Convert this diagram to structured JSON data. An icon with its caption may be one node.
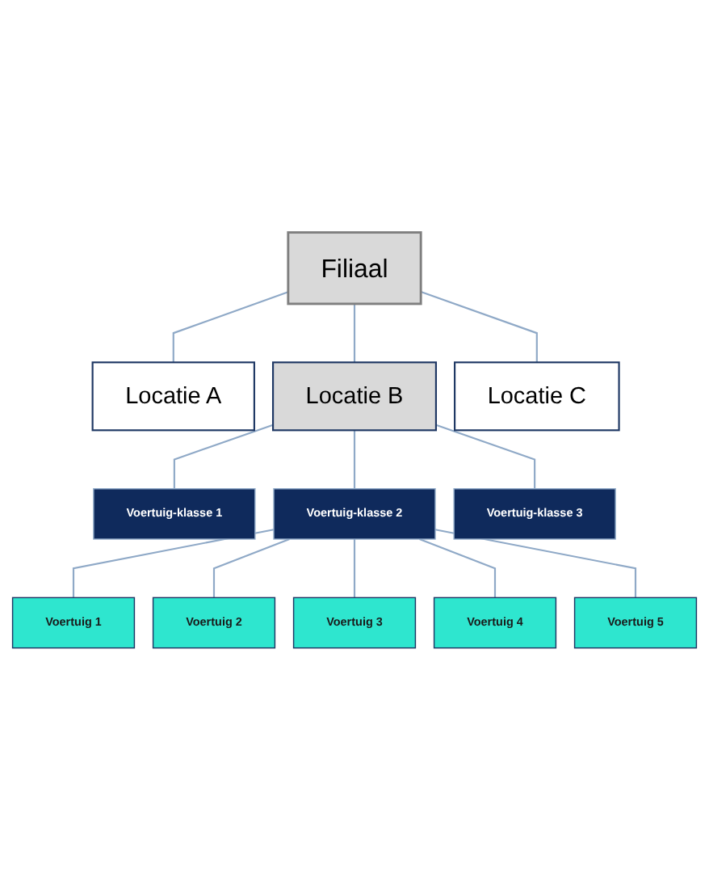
{
  "diagram": {
    "nodes": [
      {
        "text": [
          "Filiaal"
        ]
      },
      {
        "text": [
          "Locatie A"
        ]
      },
      {
        "text": [
          "Locatie B"
        ]
      },
      {
        "text": [
          "Locatie C"
        ]
      },
      {
        "text": [
          "Voertuig-klasse 1"
        ]
      },
      {
        "text": [
          "Voertuig-klasse 2"
        ]
      },
      {
        "text": [
          "Voertuig-klasse 3"
        ]
      },
      {
        "text": [
          "Voertuig 1"
        ]
      },
      {
        "text": [
          "Voertuig 2"
        ]
      },
      {
        "text": [
          "Voertuig 3"
        ]
      },
      {
        "text": [
          "Voertuig 4"
        ]
      },
      {
        "text": [
          "Voertuig 5"
        ]
      }
    ],
    "edges": [
      {
        "from": 0,
        "to": 1,
        "arrow": "none"
      },
      {
        "from": 0,
        "to": 2,
        "arrow": "none"
      },
      {
        "from": 0,
        "to": 3,
        "arrow": "none"
      },
      {
        "from": 2,
        "to": 4,
        "arrow": "none"
      },
      {
        "from": 2,
        "to": 5,
        "arrow": "none"
      },
      {
        "from": 2,
        "to": 6,
        "arrow": "none"
      },
      {
        "from": 5,
        "to": 7,
        "arrow": "none"
      },
      {
        "from": 5,
        "to": 8,
        "arrow": "none"
      },
      {
        "from": 5,
        "to": 9,
        "arrow": "none"
      },
      {
        "from": 5,
        "to": 10,
        "arrow": "none"
      },
      {
        "from": 5,
        "to": 11,
        "arrow": "none"
      }
    ]
  }
}
